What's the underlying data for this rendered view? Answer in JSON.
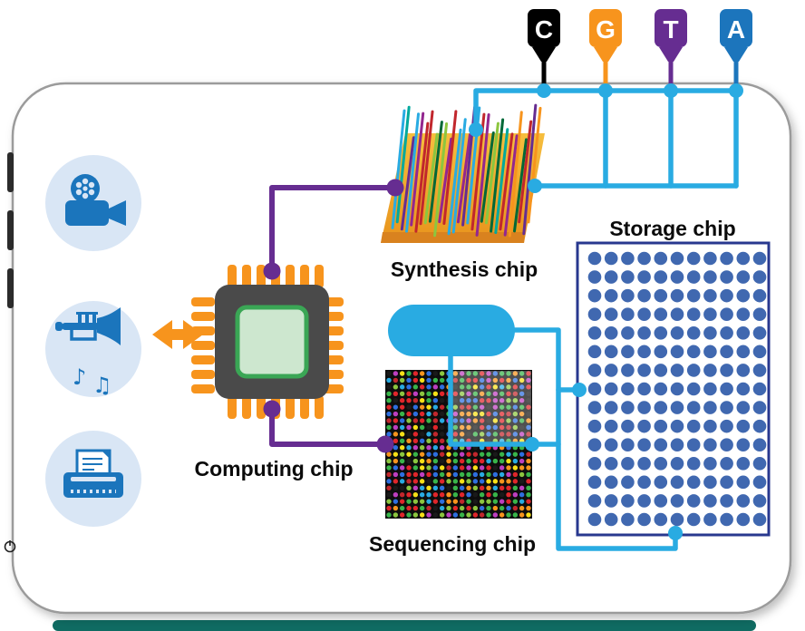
{
  "labels": {
    "synthesis_chip": "Synthesis chip",
    "storage_chip": "Storage chip",
    "computing_chip": "Computing chip",
    "sequencing_chip": "Sequencing chip"
  },
  "reagent_tubes": [
    {
      "letter": "C",
      "color": "#000000"
    },
    {
      "letter": "G",
      "color": "#F7941D"
    },
    {
      "letter": "T",
      "color": "#662D91"
    },
    {
      "letter": "A",
      "color": "#1C75BC"
    }
  ],
  "icons": {
    "items": [
      "video-camera-icon",
      "music-icon",
      "document-icon"
    ],
    "music_notes": [
      "♪",
      "♫"
    ]
  },
  "colors": {
    "line_blue": "#29ABE2",
    "line_purple": "#662D91",
    "accent_orange": "#F7941D",
    "chip_body": "#4A4A4A",
    "chip_inner_fill": "#CDE7CF",
    "chip_inner_border": "#3AA655",
    "storage_dot": "#4068B0",
    "storage_border": "#28388F",
    "icon_blue": "#1B75BC",
    "icon_circle_bg": "#D9E6F5",
    "synthesis_gold_top": "#F6BE3E",
    "synthesis_gold_bottom": "#E8931C",
    "synthesis_edge": "#D9821F",
    "sequencing_bg": "#0D0D0D",
    "frame_border": "#9B9B9B",
    "table_edge": "#0F6B62"
  },
  "storage_grid": {
    "rows": 15,
    "cols": 11
  },
  "sequencing_grid": {
    "rows": 22,
    "cols": 22,
    "palette": [
      "#E0262B",
      "#39B54A",
      "#2E6FE0",
      "#F7E017",
      "#F7941D",
      "#BE3FC0",
      "#29ABE2",
      "#8CC63F",
      "#C1272D",
      "#1A1A1A",
      "#E0262B",
      "#39B54A"
    ]
  },
  "strands": {
    "count": 30,
    "palette": [
      "#662D91",
      "#8CC63F",
      "#00A99D",
      "#F7941D",
      "#C1272D",
      "#29ABE2",
      "#006837",
      "#93278F"
    ]
  }
}
